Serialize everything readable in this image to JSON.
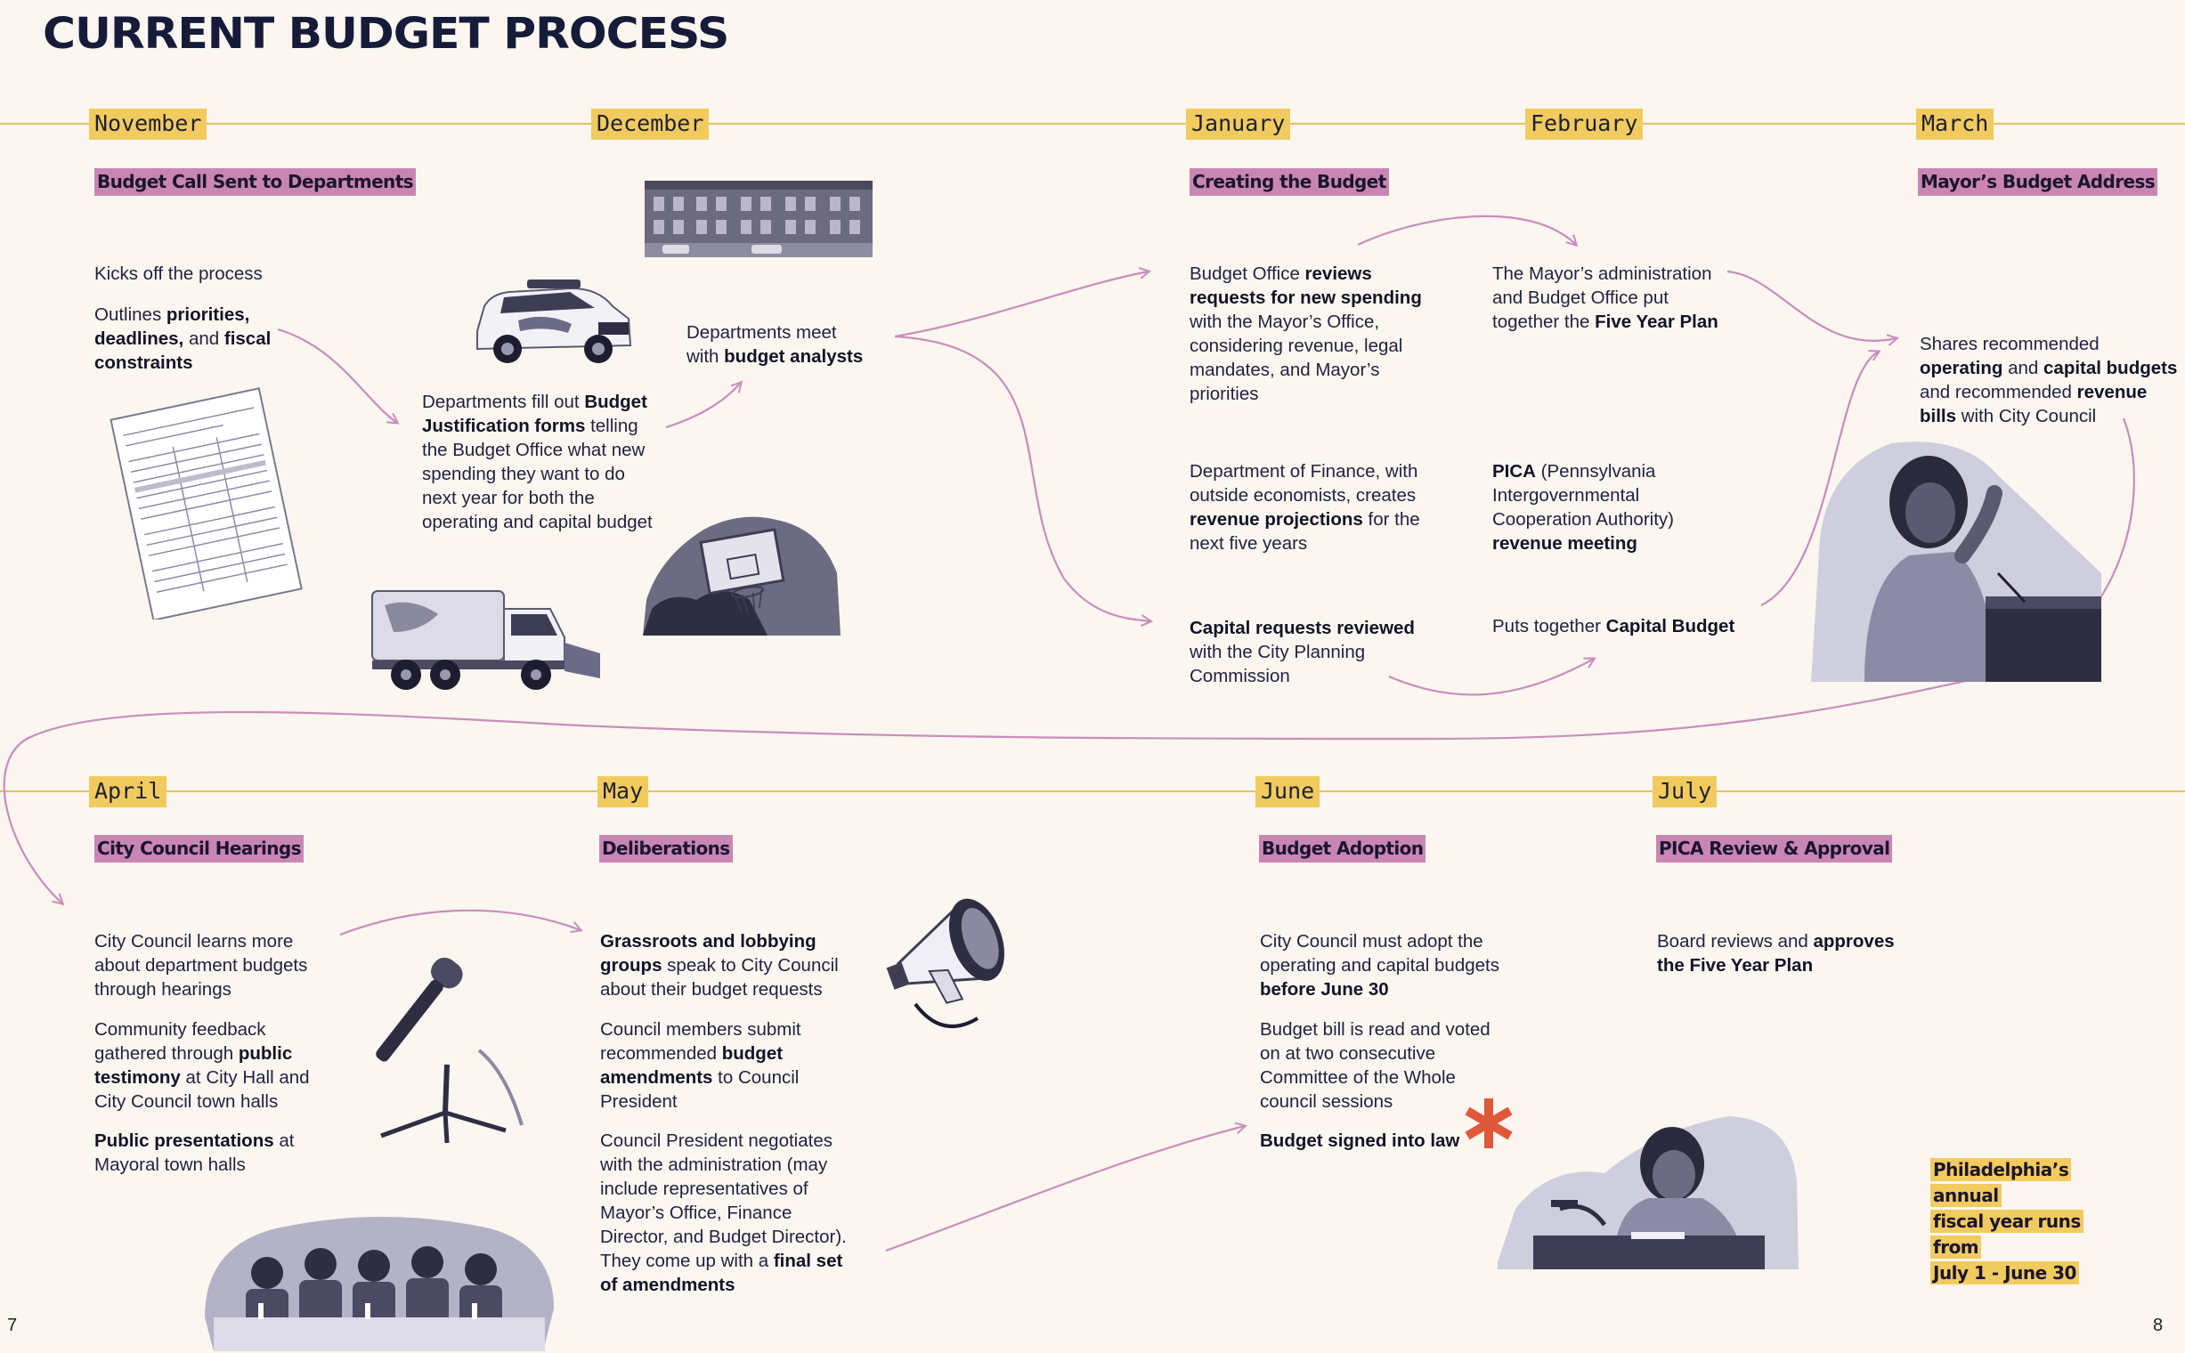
{
  "title": "CURRENT BUDGET PROCESS",
  "page_left": "7",
  "page_right": "8",
  "months": {
    "nov": "November",
    "dec": "December",
    "jan": "January",
    "feb": "February",
    "mar": "March",
    "apr": "April",
    "may": "May",
    "jun": "June",
    "jul": "July"
  },
  "headings": {
    "budget_call": "Budget Call Sent to Departments",
    "creating": "Creating the Budget",
    "address": "Mayor’s Budget Address",
    "hearings": "City Council Hearings",
    "deliberations": "Deliberations",
    "adoption": "Budget Adoption",
    "pica": "PICA Review & Approval"
  },
  "text": {
    "kicks_off": "Kicks off the process",
    "outlines_1": "Outlines ",
    "outlines_b1": "priorities,",
    "outlines_b2": "deadlines,",
    "outlines_2": " and ",
    "outlines_b3": "fiscal constraints",
    "fill_1": "Departments fill out ",
    "fill_b": "Budget Justification forms",
    "fill_2": " telling the Budget Office what new spending they want to do next year for both the operating and capital budget",
    "meet_1": "Departments meet with ",
    "meet_b": "budget analysts",
    "bo_1": "Budget Office ",
    "bo_b1": "reviews requests for new spending",
    "bo_2": " with the Mayor’s Office, considering revenue, legal mandates, and Mayor’s priorities",
    "dof_1": "Department of Finance, with outside economists, creates ",
    "dof_b": "revenue projections",
    "dof_2": " for the next five years",
    "cap_b": "Capital requests reviewed",
    "cap_2": " with the City Planning Commission",
    "admin_1": "The Mayor’s administration and Budget Office put together the ",
    "admin_b": "Five Year Plan",
    "pica_b1": "PICA",
    "pica_2": " (Pennsylvania Intergovernmental Cooperation Authority) ",
    "pica_b2": "revenue meeting",
    "puts_1": "Puts together ",
    "puts_b": "Capital Budget",
    "shares_1": "Shares recommended ",
    "shares_b1": "operating",
    "shares_2": " and ",
    "shares_b2": "capital budgets",
    "shares_3": " and recommended ",
    "shares_b3": "revenue bills",
    "shares_4": " with City Council",
    "learns": "City Council learns more about department budgets through hearings",
    "feedback_1": "Community feedback gathered through ",
    "feedback_b": "public testimony",
    "feedback_2": " at City Hall and City Council town halls",
    "presentations_b": "Public presentations",
    "presentations_2": " at Mayoral town halls",
    "grass_b": "Grassroots and lobbying groups",
    "grass_2": " speak to City Council about their budget requests",
    "members_1": "Council members submit recommended ",
    "members_b": "budget amendments",
    "members_2": " to Council President",
    "president_1": "Council President negotiates with the administration (may include representatives of Mayor’s Office, Finance Director, and Budget Director). They come up with a ",
    "president_b": "final set of amendments",
    "must_1": "City Council must adopt the operating and capital budgets ",
    "must_b": "before June 30",
    "bill": "Budget bill is read and voted on at two consecutive Committee of the Whole council sessions",
    "signed_b": "Budget signed into law",
    "board_1": "Board reviews and ",
    "board_b": "approves the Five Year Plan"
  },
  "note": {
    "line1": "Philadelphia’s annual",
    "line2": "fiscal year runs from",
    "line3": "July 1 - June 30"
  },
  "colors": {
    "background": "#fbf6ef",
    "month_tag": "#f2cb5f",
    "heading_tag": "#c986b5",
    "arrow": "#c98cbf",
    "asterisk": "#e0583a",
    "navy": "#161b3a"
  }
}
